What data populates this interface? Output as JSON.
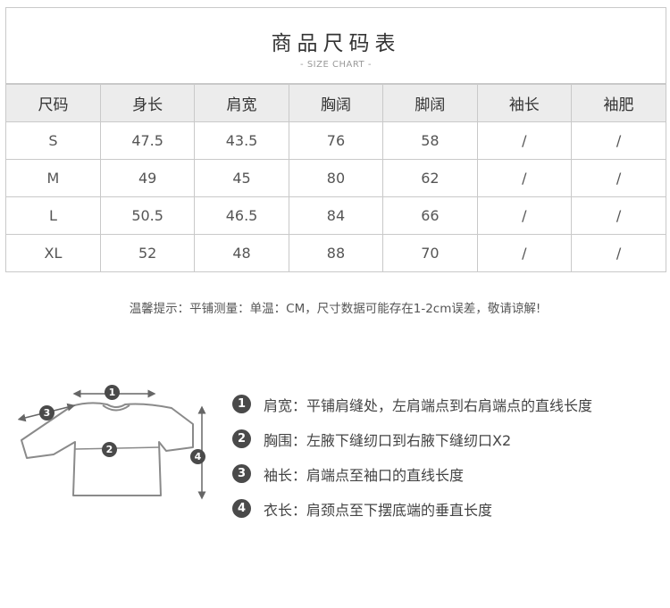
{
  "header": {
    "title": "商品尺码表",
    "subtitle": "- SIZE CHART -"
  },
  "table": {
    "columns": [
      "尺码",
      "身长",
      "肩宽",
      "胸阔",
      "脚阔",
      "袖长",
      "袖肥"
    ],
    "rows": [
      [
        "S",
        "47.5",
        "43.5",
        "76",
        "58",
        "/",
        "/"
      ],
      [
        "M",
        "49",
        "45",
        "80",
        "62",
        "/",
        "/"
      ],
      [
        "L",
        "50.5",
        "46.5",
        "84",
        "66",
        "/",
        "/"
      ],
      [
        "XL",
        "52",
        "48",
        "88",
        "70",
        "/",
        "/"
      ]
    ]
  },
  "tip": "温馨提示：平铺测量：单温：CM，尺寸数据可能存在1-2cm误差，敬请谅解!",
  "diagram_markers": [
    "1",
    "2",
    "3",
    "4"
  ],
  "legend": [
    {
      "num": "1",
      "text": "肩宽：平铺肩缝处，左肩端点到右肩端点的直线长度"
    },
    {
      "num": "2",
      "text": "胸围：左腋下缝纫口到右腋下缝纫口X2"
    },
    {
      "num": "3",
      "text": "袖长：肩端点至袖口的直线长度"
    },
    {
      "num": "4",
      "text": "衣长：肩颈点至下摆底端的垂直长度"
    }
  ],
  "colors": {
    "header_fill": "#ececec",
    "border": "#c9c9c9",
    "badge": "#4a4a4a"
  }
}
